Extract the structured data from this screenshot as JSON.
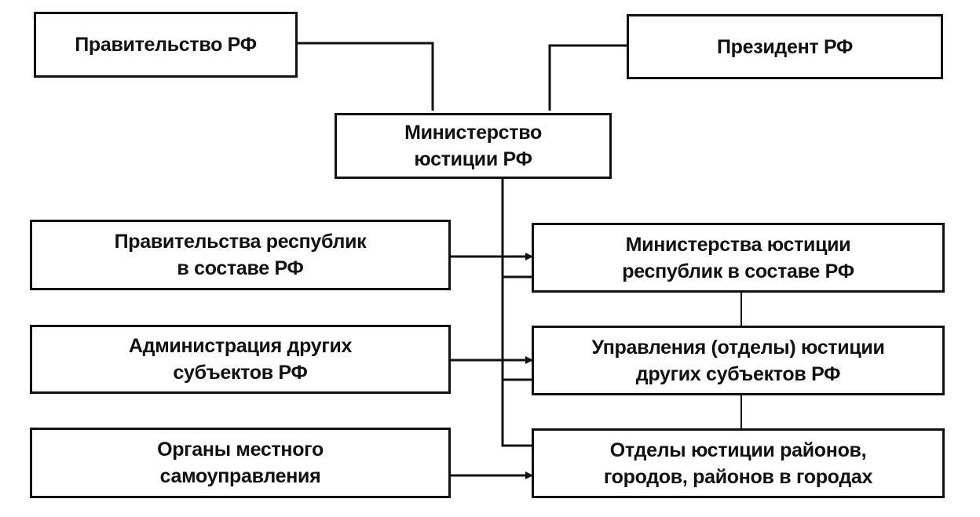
{
  "diagram": {
    "colors": {
      "line": "#111111",
      "background": "#ffffff"
    },
    "nodes": {
      "gov_rf": {
        "lines": [
          "Правительство РФ"
        ]
      },
      "president_rf": {
        "lines": [
          "Президент РФ"
        ]
      },
      "ministry_justice": {
        "lines": [
          "Министерство",
          "юстиции РФ"
        ]
      },
      "gov_republics": {
        "lines": [
          "Правительства республик",
          "в составе РФ"
        ]
      },
      "admin_subjects": {
        "lines": [
          "Администрация других",
          "субъектов РФ"
        ]
      },
      "local_gov": {
        "lines": [
          "Органы местного",
          "самоуправления"
        ]
      },
      "ministries_republics": {
        "lines": [
          "Министерства юстиции",
          "республик в составе РФ"
        ]
      },
      "departments_subjects": {
        "lines": [
          "Управления (отделы) юстиции",
          "других субъектов РФ"
        ]
      },
      "departments_districts": {
        "lines": [
          "Отделы юстиции районов,",
          "городов, районов в городах"
        ]
      }
    },
    "edges": [
      {
        "from": "gov_rf",
        "to": "ministry_justice",
        "type": "line"
      },
      {
        "from": "president_rf",
        "to": "ministry_justice",
        "type": "line"
      },
      {
        "from": "ministry_justice",
        "to": "ministries_republics",
        "type": "line"
      },
      {
        "from": "ministry_justice",
        "to": "departments_subjects",
        "type": "line"
      },
      {
        "from": "ministry_justice",
        "to": "departments_districts",
        "type": "line"
      },
      {
        "from": "gov_republics",
        "to": "ministries_republics",
        "type": "arrow"
      },
      {
        "from": "admin_subjects",
        "to": "departments_subjects",
        "type": "arrow"
      },
      {
        "from": "local_gov",
        "to": "departments_districts",
        "type": "arrow"
      },
      {
        "from": "ministries_republics",
        "to": "departments_subjects",
        "type": "line"
      },
      {
        "from": "departments_subjects",
        "to": "departments_districts",
        "type": "line"
      }
    ]
  }
}
